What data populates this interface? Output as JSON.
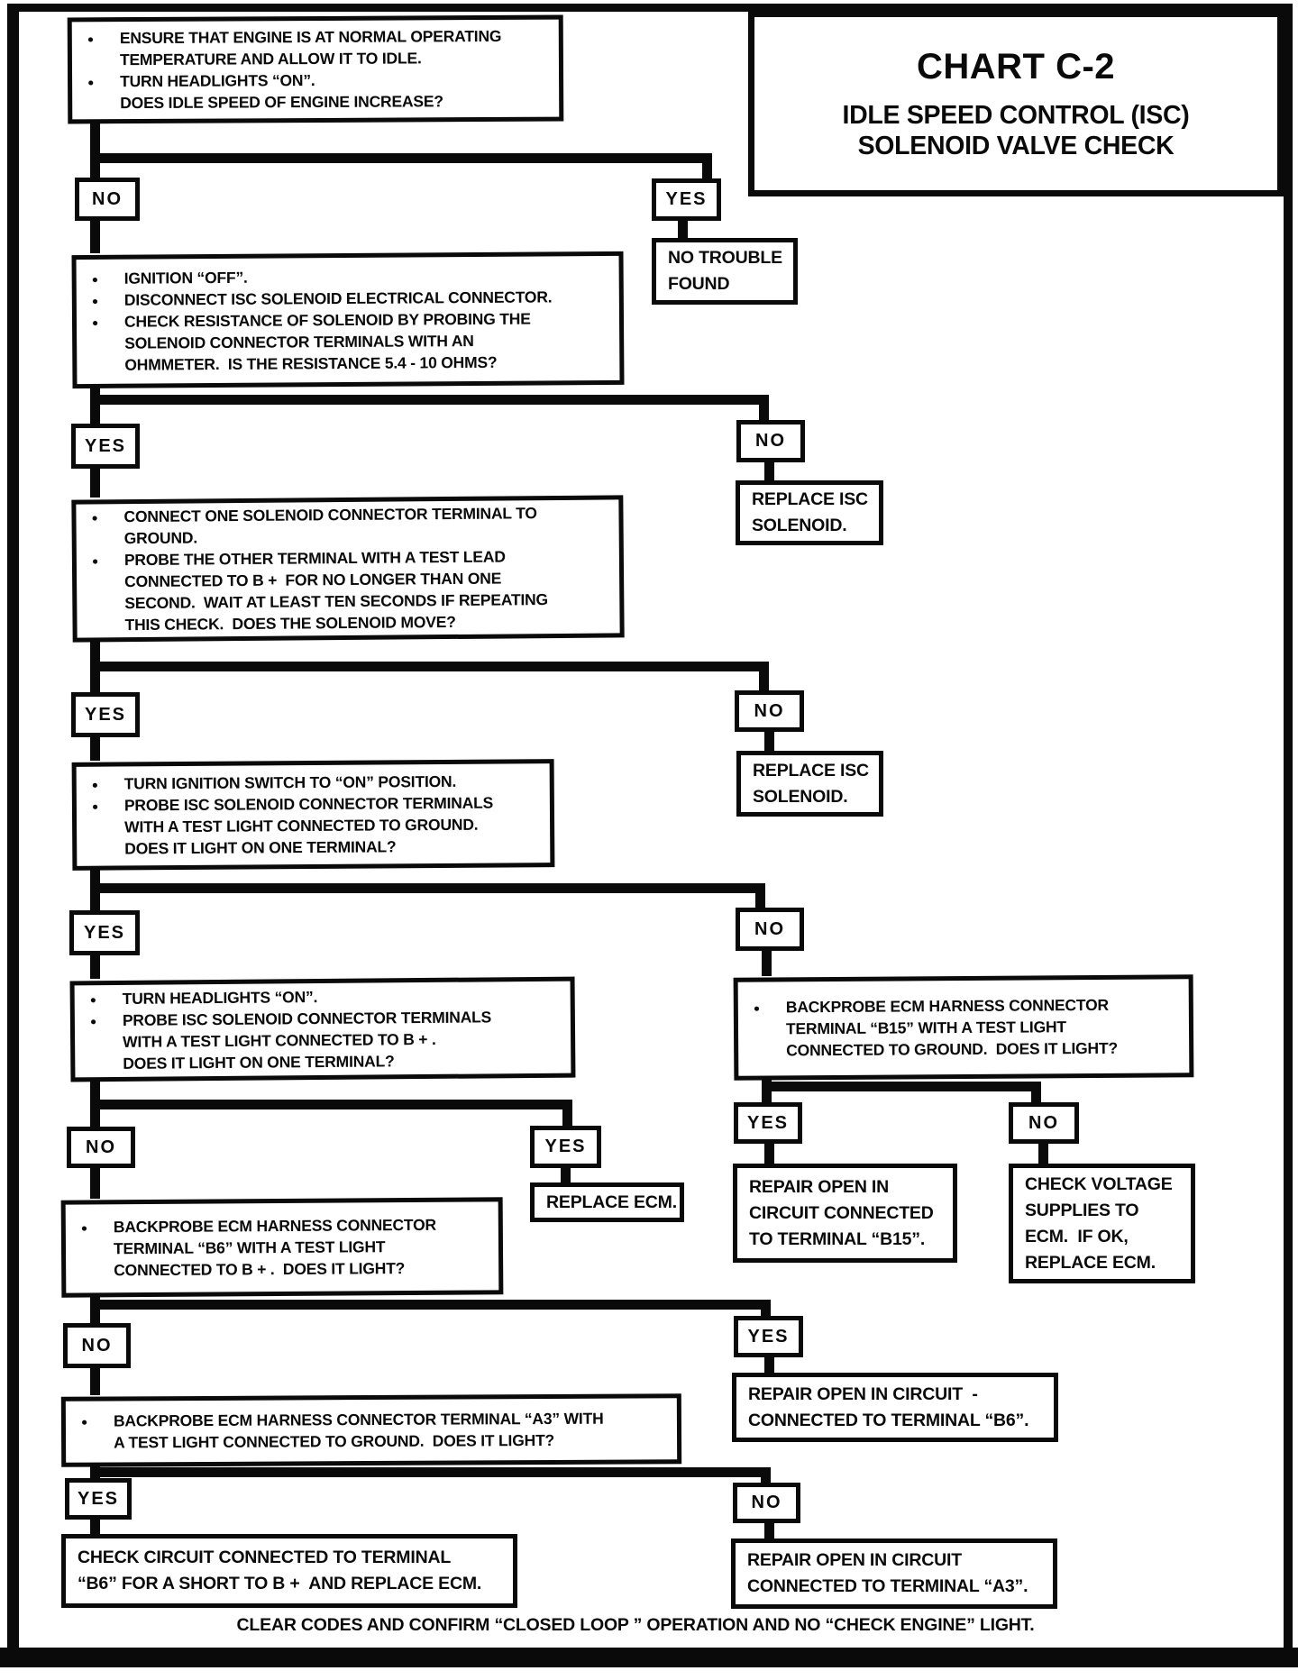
{
  "title": {
    "chart_id": "CHART C-2",
    "line1": "IDLE SPEED CONTROL (ISC)",
    "line2": "SOLENOID VALVE CHECK"
  },
  "footer": "CLEAR CODES AND CONFIRM “CLOSED LOOP ” OPERATION AND NO “CHECK ENGINE” LIGHT.",
  "icons": {
    "bullet": "●"
  },
  "nodes": [
    {
      "id": "q1",
      "kind": "question",
      "lines": [
        {
          "b": true,
          "t": "ENSURE THAT ENGINE IS AT NORMAL OPERATING"
        },
        {
          "b": false,
          "t": "TEMPERATURE AND ALLOW IT TO IDLE."
        },
        {
          "b": true,
          "t": "TURN HEADLIGHTS “ON”."
        },
        {
          "b": false,
          "t": "DOES IDLE SPEED OF ENGINE INCREASE?"
        }
      ]
    },
    {
      "id": "no1",
      "kind": "label",
      "text": "NO"
    },
    {
      "id": "yes1",
      "kind": "label",
      "text": "YES"
    },
    {
      "id": "ntf",
      "kind": "action",
      "lines": [
        "NO TROUBLE",
        "FOUND"
      ]
    },
    {
      "id": "q2",
      "kind": "question",
      "lines": [
        {
          "b": true,
          "t": "IGNITION “OFF”."
        },
        {
          "b": true,
          "t": "DISCONNECT ISC SOLENOID ELECTRICAL CONNECTOR."
        },
        {
          "b": true,
          "t": "CHECK RESISTANCE OF SOLENOID BY PROBING THE"
        },
        {
          "b": false,
          "t": "SOLENOID CONNECTOR TERMINALS WITH AN"
        },
        {
          "b": false,
          "t": "OHMMETER.  IS THE RESISTANCE 5.4 - 10 OHMS?"
        }
      ]
    },
    {
      "id": "yes2",
      "kind": "label",
      "text": "YES"
    },
    {
      "id": "no2",
      "kind": "label",
      "text": "NO"
    },
    {
      "id": "replace_isc_1",
      "kind": "action",
      "lines": [
        "REPLACE ISC",
        "SOLENOID."
      ]
    },
    {
      "id": "q3",
      "kind": "question",
      "lines": [
        {
          "b": true,
          "t": "CONNECT ONE SOLENOID CONNECTOR TERMINAL TO"
        },
        {
          "b": false,
          "t": "GROUND."
        },
        {
          "b": true,
          "t": "PROBE THE OTHER TERMINAL WITH A TEST LEAD"
        },
        {
          "b": false,
          "t": "CONNECTED TO B +  FOR NO LONGER THAN ONE"
        },
        {
          "b": false,
          "t": "SECOND.  WAIT AT LEAST TEN SECONDS IF REPEATING"
        },
        {
          "b": false,
          "t": "THIS CHECK.  DOES THE SOLENOID MOVE?"
        }
      ]
    },
    {
      "id": "yes3",
      "kind": "label",
      "text": "YES"
    },
    {
      "id": "no3",
      "kind": "label",
      "text": "NO"
    },
    {
      "id": "replace_isc_2",
      "kind": "action",
      "lines": [
        "REPLACE ISC",
        "SOLENOID."
      ]
    },
    {
      "id": "q4",
      "kind": "question",
      "lines": [
        {
          "b": true,
          "t": "TURN IGNITION SWITCH TO “ON” POSITION."
        },
        {
          "b": true,
          "t": "PROBE ISC SOLENOID CONNECTOR TERMINALS"
        },
        {
          "b": false,
          "t": "WITH A TEST LIGHT CONNECTED TO GROUND."
        },
        {
          "b": false,
          "t": "DOES IT LIGHT ON ONE TERMINAL?"
        }
      ]
    },
    {
      "id": "yes4",
      "kind": "label",
      "text": "YES"
    },
    {
      "id": "no4",
      "kind": "label",
      "text": "NO"
    },
    {
      "id": "q5",
      "kind": "question",
      "lines": [
        {
          "b": true,
          "t": "TURN HEADLIGHTS “ON”."
        },
        {
          "b": true,
          "t": "PROBE ISC SOLENOID CONNECTOR TERMINALS"
        },
        {
          "b": false,
          "t": "WITH A TEST LIGHT CONNECTED TO B + ."
        },
        {
          "b": false,
          "t": "DOES IT LIGHT ON ONE TERMINAL?"
        }
      ]
    },
    {
      "id": "q6",
      "kind": "question",
      "lines": [
        {
          "b": true,
          "t": "BACKPROBE ECM HARNESS CONNECTOR"
        },
        {
          "b": false,
          "t": "TERMINAL “B15” WITH A TEST LIGHT"
        },
        {
          "b": false,
          "t": "CONNECTED TO GROUND.  DOES IT LIGHT?"
        }
      ]
    },
    {
      "id": "no5",
      "kind": "label",
      "text": "NO"
    },
    {
      "id": "yes5",
      "kind": "label",
      "text": "YES"
    },
    {
      "id": "replace_ecm",
      "kind": "action",
      "lines": [
        "REPLACE ECM."
      ]
    },
    {
      "id": "yes6",
      "kind": "label",
      "text": "YES"
    },
    {
      "id": "no6",
      "kind": "label",
      "text": "NO"
    },
    {
      "id": "repair_b15",
      "kind": "action",
      "lines": [
        "REPAIR OPEN IN",
        "CIRCUIT CONNECTED",
        "TO TERMINAL “B15”."
      ]
    },
    {
      "id": "check_voltage",
      "kind": "action",
      "lines": [
        "CHECK VOLTAGE",
        "SUPPLIES TO",
        "ECM.  IF OK,",
        "REPLACE ECM."
      ]
    },
    {
      "id": "q7",
      "kind": "question",
      "lines": [
        {
          "b": true,
          "t": "BACKPROBE ECM HARNESS CONNECTOR"
        },
        {
          "b": false,
          "t": "TERMINAL “B6” WITH A TEST LIGHT"
        },
        {
          "b": false,
          "t": "CONNECTED TO B + .  DOES IT LIGHT?"
        }
      ]
    },
    {
      "id": "no7",
      "kind": "label",
      "text": "NO"
    },
    {
      "id": "yes7",
      "kind": "label",
      "text": "YES"
    },
    {
      "id": "repair_b6",
      "kind": "action",
      "lines": [
        "REPAIR OPEN IN CIRCUIT  -",
        "CONNECTED TO TERMINAL “B6”."
      ]
    },
    {
      "id": "q8",
      "kind": "question",
      "lines": [
        {
          "b": true,
          "t": "BACKPROBE ECM HARNESS CONNECTOR TERMINAL “A3” WITH"
        },
        {
          "b": false,
          "t": "A TEST LIGHT CONNECTED TO GROUND.  DOES IT LIGHT?"
        }
      ]
    },
    {
      "id": "yes8",
      "kind": "label",
      "text": "YES"
    },
    {
      "id": "no8",
      "kind": "label",
      "text": "NO"
    },
    {
      "id": "check_b6",
      "kind": "action",
      "lines": [
        "CHECK CIRCUIT CONNECTED TO TERMINAL",
        "“B6” FOR A SHORT TO B +  AND REPLACE ECM."
      ]
    },
    {
      "id": "repair_a3",
      "kind": "action",
      "lines": [
        "REPAIR OPEN IN CIRCUIT",
        "CONNECTED TO TERMINAL “A3”."
      ]
    }
  ]
}
